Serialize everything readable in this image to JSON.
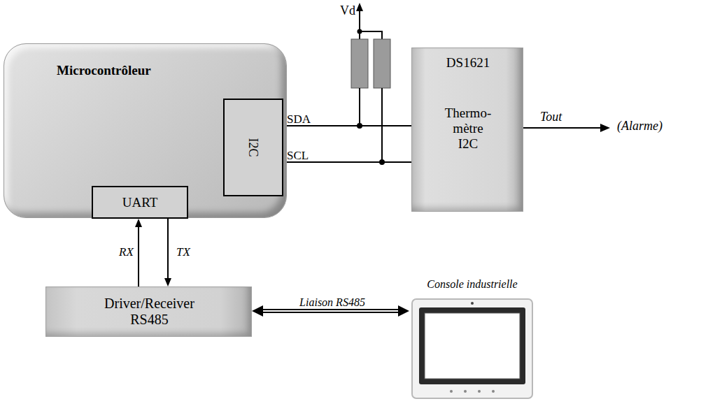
{
  "diagram": {
    "nodes": [
      {
        "text": [
          "Microcontrôleur"
        ]
      },
      {
        "text": [
          "I2C"
        ],
        "in": 0
      },
      {
        "text": [
          "UART"
        ],
        "in": 0
      },
      {
        "text": [
          "DS1621",
          "Thermo- mètre I2C"
        ]
      },
      {
        "text": [
          "Driver/Receiver RS485"
        ]
      },
      {
        "text": [
          "Console industrielle"
        ]
      }
    ],
    "edges": [
      {
        "from": 1,
        "to": 3,
        "label": "SDA",
        "arrow": "none"
      },
      {
        "from": 1,
        "to": 3,
        "label": "SCL",
        "arrow": "none"
      },
      {
        "from": 4,
        "to": 2,
        "label": "RX",
        "arrow": "to"
      },
      {
        "from": 2,
        "to": 4,
        "label": "TX",
        "arrow": "to"
      },
      {
        "from": 4,
        "to": 5,
        "label": "Liaison RS485",
        "arrow": "both"
      }
    ],
    "labels": [
      "Vd",
      "Tout",
      "(Alarme)"
    ]
  }
}
